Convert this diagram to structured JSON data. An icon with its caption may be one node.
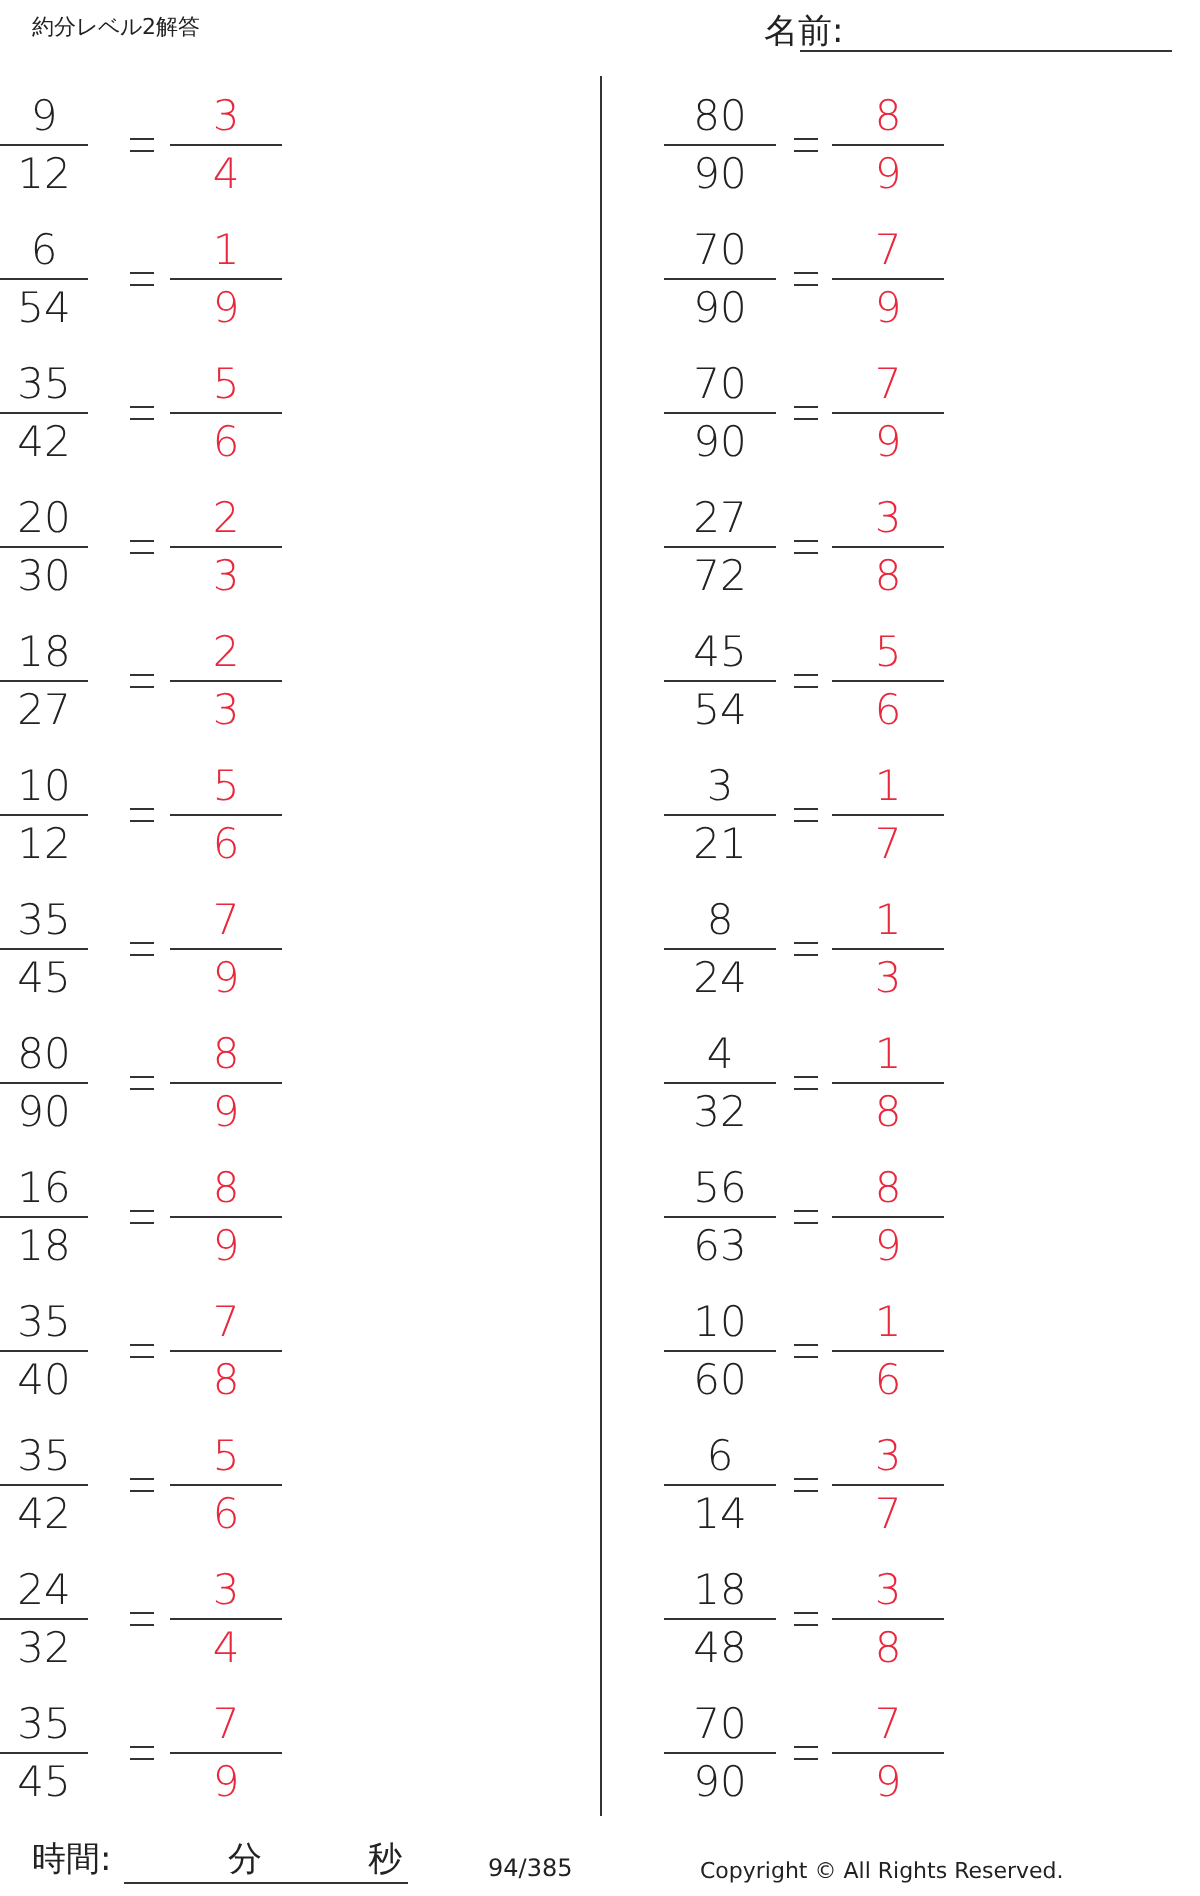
{
  "diagram": {
    "title": "約分レベル2解答",
    "labels": [
      "名前:",
      "9",
      "12",
      "3",
      "4",
      "80",
      "90",
      "8",
      "9",
      "6",
      "54",
      "1",
      "9",
      "70",
      "90",
      "7",
      "9",
      "35",
      "42",
      "5",
      "6",
      "70",
      "90",
      "7",
      "9",
      "20",
      "30",
      "2",
      "3",
      "27",
      "72",
      "3",
      "8",
      "18",
      "27",
      "2",
      "3",
      "45",
      "54",
      "5",
      "6",
      "10",
      "12",
      "5",
      "6",
      "3",
      "21",
      "1",
      "7",
      "35",
      "45",
      "7",
      "9",
      "8",
      "24",
      "1",
      "3",
      "80",
      "90",
      "8",
      "9",
      "4",
      "32",
      "1",
      "8",
      "16",
      "18",
      "8",
      "9",
      "56",
      "63",
      "8",
      "9",
      "35",
      "40",
      "7",
      "8",
      "10",
      "60",
      "1",
      "6",
      "35",
      "42",
      "5",
      "6",
      "6",
      "14",
      "3",
      "7",
      "24",
      "32",
      "3",
      "4",
      "18",
      "48",
      "3",
      "8",
      "35",
      "45",
      "7",
      "9",
      "70",
      "90",
      "7",
      "9",
      "時間:",
      "分",
      "秒",
      "94/385",
      "Copyright © All Rights Reserved."
    ]
  }
}
